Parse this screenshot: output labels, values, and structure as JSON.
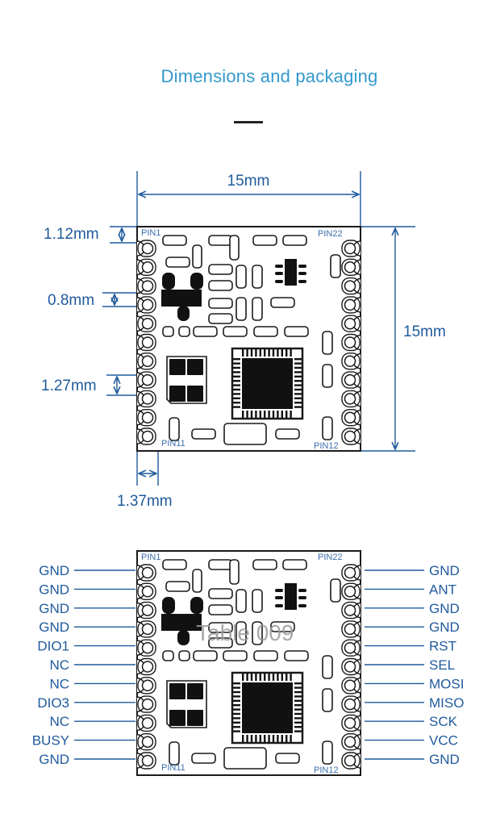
{
  "title": "Dimensions and packaging",
  "dimensions": {
    "width": "15mm",
    "height": "15mm",
    "pin1_offset": "1.12mm",
    "pad_width": "0.8mm",
    "pin_pitch": "1.27mm",
    "pad_depth": "1.37mm"
  },
  "pin_tags": {
    "pin1": "PIN1",
    "pin11": "PIN11",
    "pin12": "PIN12",
    "pin22": "PIN22"
  },
  "left_pins": [
    "GND",
    "GND",
    "GND",
    "GND",
    "DIO1",
    "NC",
    "NC",
    "DIO3",
    "NC",
    "BUSY",
    "GND"
  ],
  "right_pins": [
    "GND",
    "ANT",
    "GND",
    "GND",
    "RST",
    "SEL",
    "MOSI",
    "MISO",
    "SCK",
    "VCC",
    "GND"
  ],
  "watermark": "Table 009",
  "colors": {
    "title": "#3399cc",
    "dimension": "#1f5a9c",
    "outline": "#222222"
  }
}
